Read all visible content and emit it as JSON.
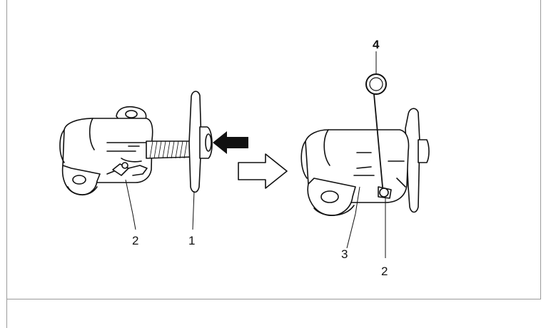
{
  "callouts": {
    "left_pin": "2",
    "left_plunger": "1",
    "right_body": "3",
    "right_pin": "2",
    "right_ring": "4"
  }
}
